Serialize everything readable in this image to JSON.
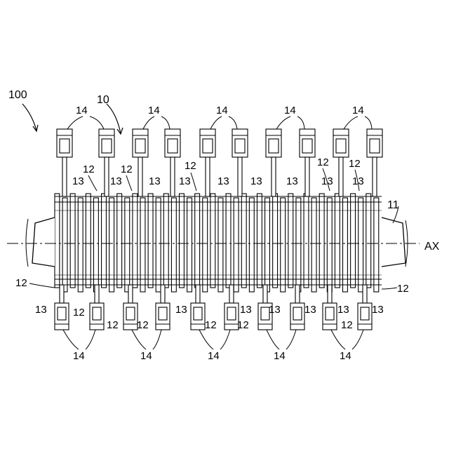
{
  "figure": {
    "labels": {
      "assembly": "100",
      "unit": "10",
      "shaft": "11",
      "plate": "12",
      "tab": "13",
      "terminal": "14",
      "axis": "AX"
    }
  }
}
